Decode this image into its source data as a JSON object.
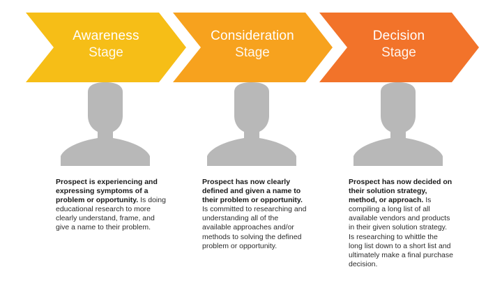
{
  "stages": [
    {
      "name": "Awareness",
      "word": "Stage",
      "color": "#F6BE17",
      "bold": "Prospect is experiencing and expressing symptoms of a problem or opportunity.",
      "text": "Is doing educational research to more clearly understand, frame, and give a name to their problem."
    },
    {
      "name": "Consideration",
      "word": "Stage",
      "color": "#F7A21E",
      "bold": "Prospect has now clearly defined and given a name to their problem or opportunity.",
      "text": "Is committed to researching and understanding all of the available approaches and/or methods to solving the defined problem or opportunity."
    },
    {
      "name": "Decision",
      "word": "Stage",
      "color": "#F2732A",
      "bold": "Prospect has now decided on their solution strategy, method, or approach.",
      "text": "Is compiling a long list of all available vendors and products in their given solution strategy. Is researching to whittle the long list down to a short list and ultimately make a final purchase decision."
    }
  ],
  "avatar_color": "#B8B8B8"
}
